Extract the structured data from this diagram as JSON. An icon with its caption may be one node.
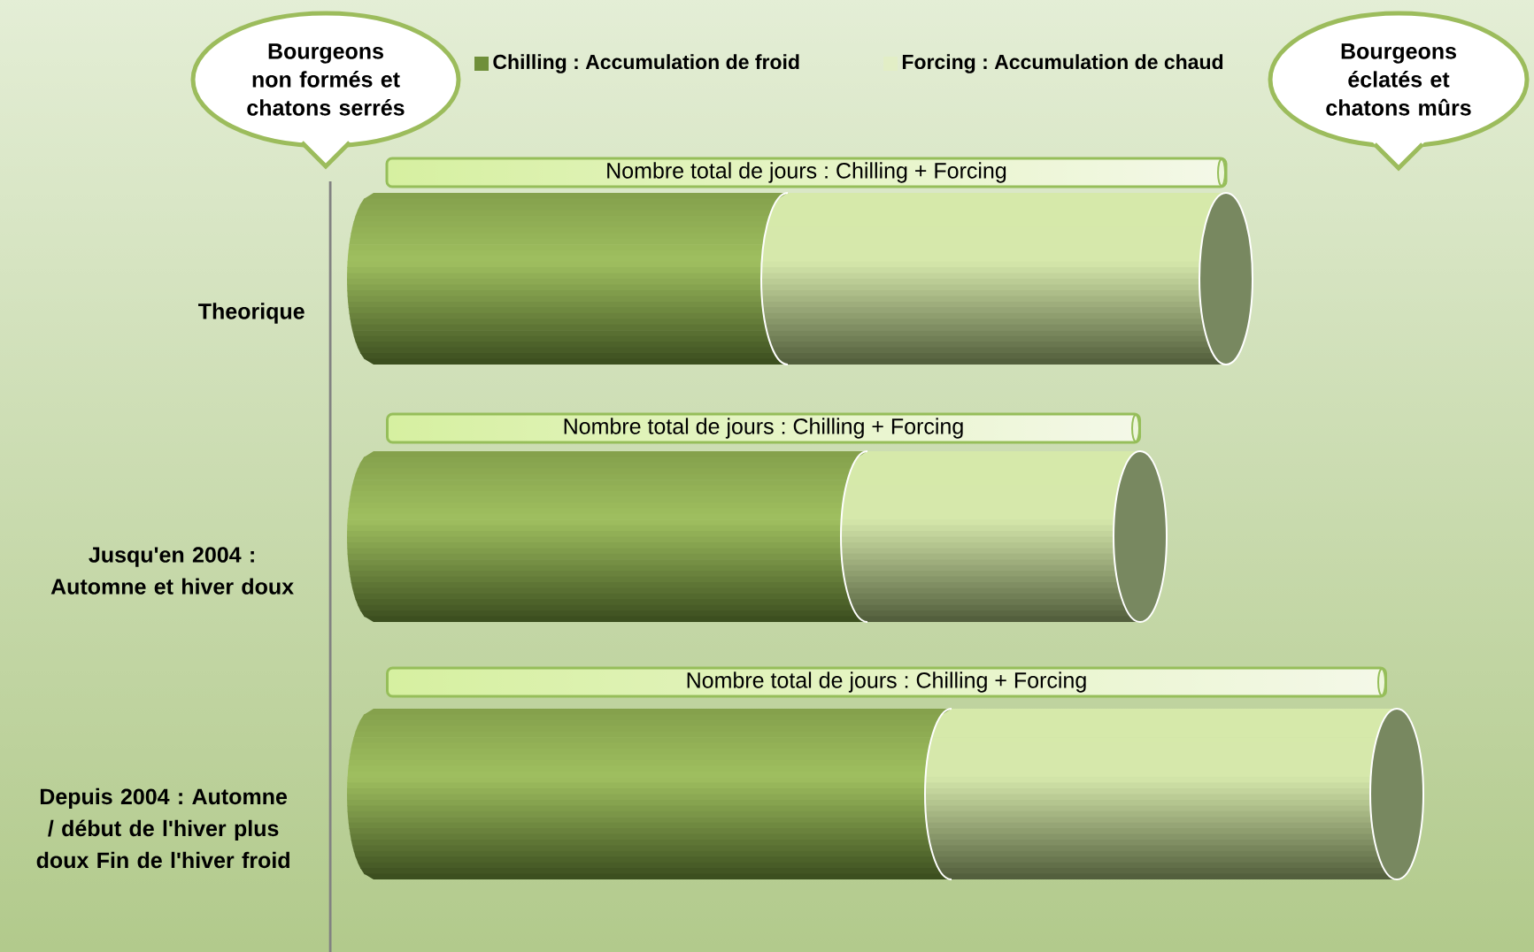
{
  "diagram": {
    "nodes": [
      {
        "text": [
          "Bourgeons non formés et chatons serrés"
        ]
      },
      {
        "text": [
          "Bourgeons éclatés et chatons mûrs"
        ]
      },
      {
        "text": [
          "Nombre total de jours : Chilling + Forcing"
        ]
      },
      {
        "text": [
          "Nombre total de jours : Chilling + Forcing"
        ]
      },
      {
        "text": [
          "Nombre total de jours : Chilling + Forcing"
        ]
      }
    ],
    "labels": [
      "Theorique",
      "Jusqu'en 2004 : Automne et hiver doux",
      "Depuis 2004 : Automne / début de l'hiver plus doux Fin de l'hiver froid"
    ],
    "legend": [
      {
        "text": "Chilling : Accumulation de froid",
        "color": "#6f8f3a"
      },
      {
        "text": "Forcing : Accumulation de chaud",
        "color": "#e2eec6"
      }
    ]
  }
}
